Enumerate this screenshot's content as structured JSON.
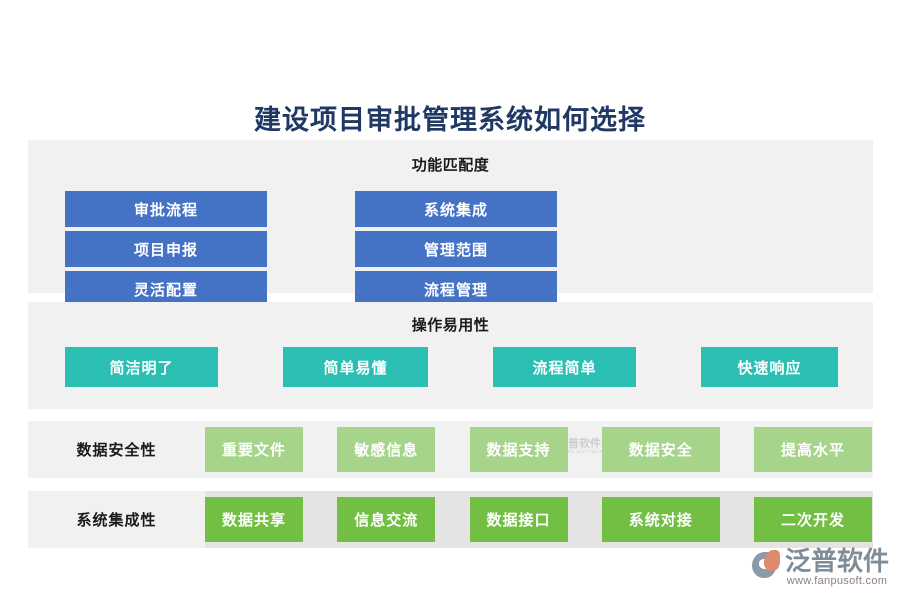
{
  "page": {
    "title": "建设项目审批管理系统如何选择",
    "background_color": "#ffffff",
    "title_color": "#1f3864"
  },
  "colors": {
    "band_background": "#f1f1f1",
    "band_background_alt": "#e4e4e4",
    "blue_chip": "#4472c4",
    "teal_chip": "#2bbfb3",
    "green_light_chip": "#a6d48a",
    "green_dark_chip": "#73bf44",
    "chip_text": "#ffffff",
    "heading_text": "#1a1a1a"
  },
  "sections": {
    "fit": {
      "title": "功能匹配度",
      "chips": [
        "审批流程",
        "系统集成",
        "项目申报",
        "管理范围",
        "灵活配置",
        "流程管理"
      ]
    },
    "usability": {
      "title": "操作易用性",
      "chips": [
        "简洁明了",
        "简单易懂",
        "流程简单",
        "快速响应"
      ]
    },
    "security": {
      "label": "数据安全性",
      "chips": [
        "重要文件",
        "敏感信息",
        "数据支持",
        "数据安全",
        "提高水平"
      ]
    },
    "integration": {
      "label": "系统集成性",
      "chips": [
        "数据共享",
        "信息交流",
        "数据接口",
        "系统对接",
        "二次开发"
      ]
    }
  },
  "watermark": {
    "name_cn": "泛普软件",
    "name_en": "FANPU SOFTWARE"
  },
  "brand": {
    "name_cn": "泛普软件",
    "url": "www.fanpusoft.com"
  }
}
